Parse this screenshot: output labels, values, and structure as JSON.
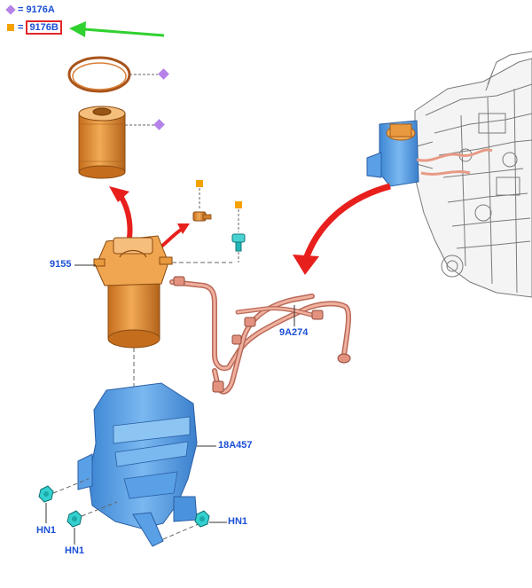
{
  "legend": [
    {
      "marker": "diamond",
      "code": "9176A"
    },
    {
      "marker": "square",
      "code": "9176B",
      "highlighted": true
    }
  ],
  "legend_separator": "=",
  "callouts": {
    "filter_housing": "9155",
    "fuel_lines": "9A274",
    "bracket": "18A457",
    "bolt_left_1": "HN1",
    "bolt_left_2": "HN1",
    "bolt_right": "HN1"
  },
  "colors": {
    "label_blue": "#1a4fd6",
    "highlight_red": "#e0262a",
    "pointer_green": "#2fd12f",
    "flow_red": "#e8201d",
    "marker_diamond": "#b583e8",
    "marker_square": "#f5a100",
    "part_orange": "#e99a3f",
    "part_blue": "#5aa0e6",
    "hose_copper": "#e89a86",
    "fastener_cyan": "#22c6c6"
  }
}
